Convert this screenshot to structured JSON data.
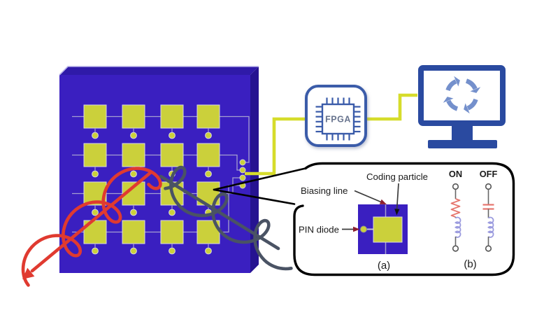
{
  "figure": {
    "labels": {
      "fpga": "FPGA",
      "coding_particle": "Coding particle",
      "biasing_line": "Biasing line",
      "pin_diode": "PIN diode",
      "a": "(a)",
      "b": "(b)",
      "on": "ON",
      "off": "OFF"
    },
    "panel": {
      "rows": 4,
      "cols": 4,
      "patch_count": 16,
      "connector_count": 4
    },
    "icons": {
      "fpga": "chip-icon",
      "monitor": "monitor-icon",
      "sync": "sync-arrows-icon"
    },
    "colors": {
      "panel_front": "#3a1fc0",
      "panel_top": "#2f1aa8",
      "panel_side": "#261391",
      "panel_bevel": "#b9b3ea",
      "patch": "#cbd03b",
      "patch_border": "#d9d9e2",
      "bias_line": "#a59fd0",
      "wire": "#d6dc2b",
      "fpga_blue": "#3a5ba9",
      "fpga_text": "#68748e",
      "monitor_blue": "#2a4aa0",
      "sync_blue": "#7490cc",
      "wave_red": "#e03a30",
      "wave_dark": "#4a5364",
      "arrow_maroon": "#8c1f2f",
      "resistor_red": "#e5756d",
      "inductor_blue": "#9a9ade",
      "circuit_wire": "#666666"
    }
  }
}
